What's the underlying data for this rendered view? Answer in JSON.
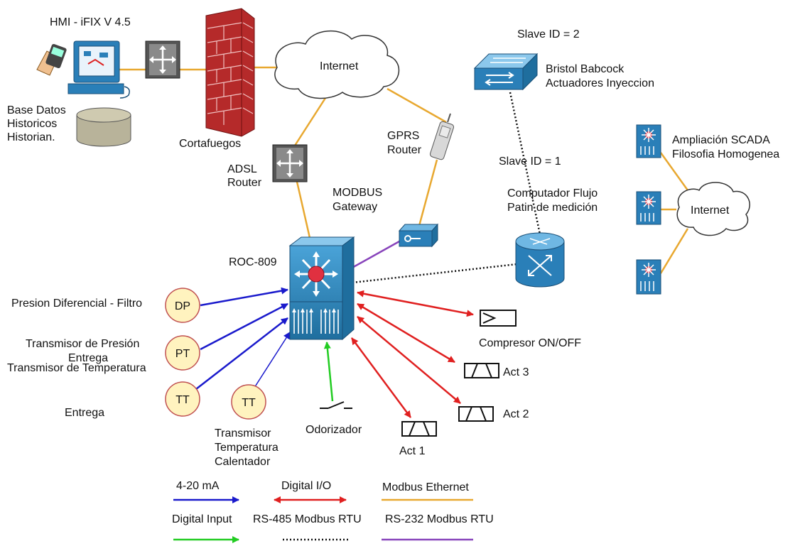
{
  "labels": {
    "hmi": "HMI - iFIX V 4.5",
    "database": [
      "Base Datos",
      "Historicos",
      "Historian."
    ],
    "firewall": "Cortafuegos",
    "internet_main": "Internet",
    "internet_right": "Internet",
    "gprs_router": [
      "GPRS",
      "Router"
    ],
    "adsl_router": [
      "ADSL",
      "Router"
    ],
    "modbus_gateway": [
      "MODBUS",
      "Gateway"
    ],
    "slave2": "Slave ID = 2",
    "bristol": [
      "Bristol Babcock",
      "Actuadores Inyeccion"
    ],
    "scada": [
      "Ampliación SCADA",
      "Filosofia Homogenea"
    ],
    "slave1": "Slave ID = 1",
    "flow_computer": [
      "Computador Flujo",
      "Patin de medición"
    ],
    "roc": "ROC-809",
    "pd_filter": "Presion Diferencial - Filtro",
    "pt_label": [
      "Transmisor de Presión",
      "Entrega"
    ],
    "tt_label": "Transmisor de Temperatura",
    "entrega": "Entrega",
    "tt2_label": [
      "Transmisor",
      "Temperatura",
      "Calentador"
    ],
    "odorizador": "Odorizador",
    "compresor": "Compresor ON/OFF",
    "act1": "Act 1",
    "act2": "Act 2",
    "act3": "Act 3"
  },
  "instruments": {
    "dp": "DP",
    "pt": "PT",
    "tt1": "TT",
    "tt2": "TT"
  },
  "legend": {
    "ma420": "4-20 mA",
    "digital_input": "Digital Input",
    "digital_io": "Digital I/O",
    "rs485": "RS-485 Modbus RTU",
    "modbus_ethernet": "Modbus Ethernet",
    "rs232": "RS-232 Modbus RTU"
  },
  "colors": {
    "ma420": "#1a1acc",
    "digital_input": "#22cc22",
    "digital_io": "#e02020",
    "rs485": "#111111",
    "modbus_ethernet": "#e8a830",
    "rs232": "#8844bb",
    "device_blue": "#2a7fb8",
    "firewall_red": "#b52a2a",
    "instrument_fill": "#fff3bf"
  }
}
